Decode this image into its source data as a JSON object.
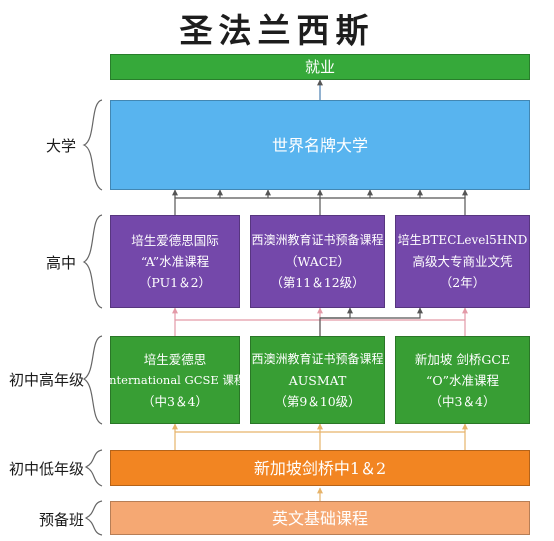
{
  "title": "圣法兰西斯",
  "top_bar": "就业",
  "university": {
    "label": "大学",
    "box": "世界名牌大学"
  },
  "high_school": {
    "label": "高中",
    "boxes": [
      {
        "lines": [
          "培生爱德思国际",
          "“A”水准课程",
          "（PU1＆2）"
        ]
      },
      {
        "lines": [
          "西澳洲教育证书预备课程",
          "（WACE）",
          "（第11＆12级）"
        ]
      },
      {
        "lines": [
          "培生BTECLevel5HND",
          "高级大专商业文凭",
          "（2年）"
        ]
      }
    ]
  },
  "senior_middle": {
    "label": "初中高年级",
    "boxes": [
      {
        "lines": [
          "培生爱德思",
          "International GCSE 课程",
          "（中3＆4）"
        ]
      },
      {
        "lines": [
          "西澳洲教育证书预备课程",
          "AUSMAT",
          "（第9＆10级）"
        ]
      },
      {
        "lines": [
          "新加坡 剑桥GCE",
          "“O”水准课程",
          "（中3＆4）"
        ]
      }
    ]
  },
  "junior_middle": {
    "label": "初中低年级",
    "bar": "新加坡剑桥中1＆2"
  },
  "preparatory": {
    "label": "预备班",
    "bar": "英文基础课程"
  },
  "colors": {
    "green": "#36a93a",
    "blue": "#58b4ef",
    "purple": "#7448aa",
    "dark_green": "#389e34",
    "orange": "#f28522",
    "peach": "#f5a873"
  }
}
